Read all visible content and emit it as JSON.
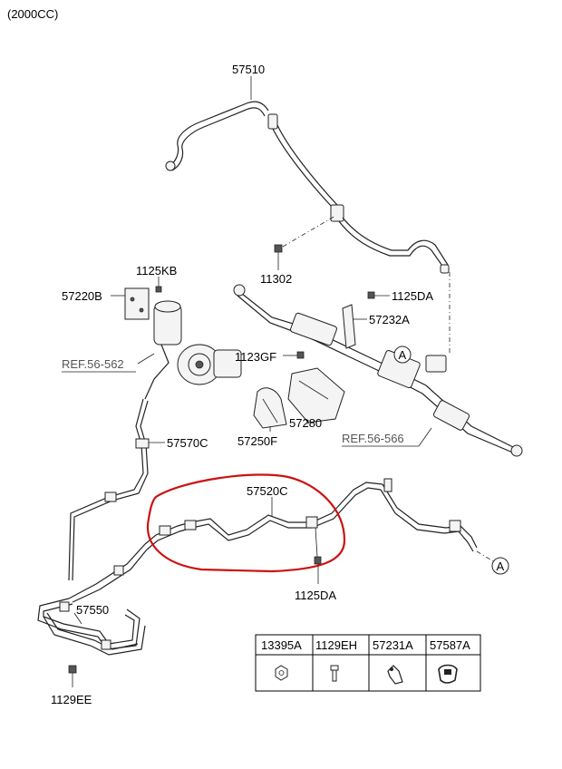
{
  "engine_note": "(2000CC)",
  "labels": {
    "p57510": "57510",
    "p11302": "11302",
    "p1125KB": "1125KB",
    "p57220B": "57220B",
    "p1125DA_top": "1125DA",
    "p57232A": "57232A",
    "ref_56562": "REF.56-562",
    "p1123GF": "1123GF",
    "p57280": "57280",
    "p57250F": "57250F",
    "ref_56566": "REF.56-566",
    "p57570C": "57570C",
    "p57520C": "57520C",
    "p1125DA_bottom": "1125DA",
    "p57550": "57550",
    "p1129EE": "1129EE",
    "callout_A_1": "A",
    "callout_A_2": "A"
  },
  "parts_table": {
    "headers": [
      "13395A",
      "1129EH",
      "57231A",
      "57587A"
    ],
    "icons": [
      "nut-icon",
      "bolt-icon",
      "clip-icon",
      "clamp-icon"
    ]
  },
  "highlight_color": "#cc1111"
}
